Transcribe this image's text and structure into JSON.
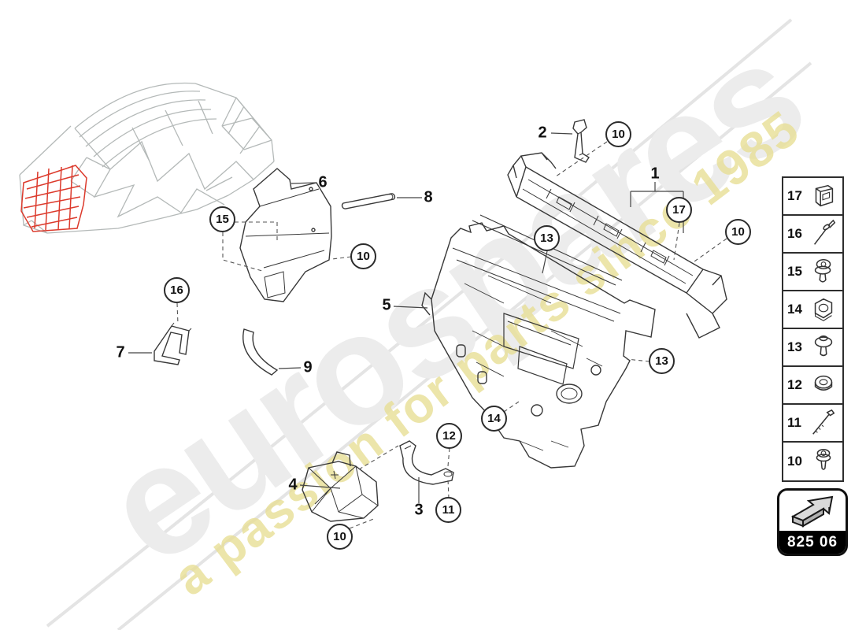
{
  "watermark": {
    "brand": "eurospares",
    "tagline": "a passion for parts since 1985",
    "brand_color": "#ececec",
    "tagline_color": "#e8df96"
  },
  "thumbnail": {
    "description": "chassis wireframe with highlighted heat-shield zone",
    "frame_color": "#b4b9b8",
    "highlight_color": "#dc3a2c"
  },
  "callouts": {
    "plain": [
      {
        "n": "2"
      },
      {
        "n": "1"
      },
      {
        "n": "6"
      },
      {
        "n": "8"
      },
      {
        "n": "5"
      },
      {
        "n": "7"
      },
      {
        "n": "9"
      },
      {
        "n": "4"
      },
      {
        "n": "3"
      }
    ],
    "circled": [
      {
        "n": "10"
      },
      {
        "n": "17"
      },
      {
        "n": "10"
      },
      {
        "n": "13"
      },
      {
        "n": "15"
      },
      {
        "n": "10"
      },
      {
        "n": "16"
      },
      {
        "n": "13"
      },
      {
        "n": "14"
      },
      {
        "n": "12"
      },
      {
        "n": "11"
      },
      {
        "n": "10"
      }
    ]
  },
  "legend": {
    "items": [
      {
        "number": "17",
        "icon": "clip-icon"
      },
      {
        "number": "16",
        "icon": "rivet-icon"
      },
      {
        "number": "15",
        "icon": "screw-washer-icon"
      },
      {
        "number": "14",
        "icon": "hex-nut-icon"
      },
      {
        "number": "13",
        "icon": "washer-screw-icon"
      },
      {
        "number": "12",
        "icon": "flange-nut-icon"
      },
      {
        "number": "11",
        "icon": "long-bolt-icon"
      },
      {
        "number": "10",
        "icon": "torx-screw-icon"
      }
    ]
  },
  "page_code": {
    "value": "825 06",
    "icon": "direction-arrow-icon"
  }
}
